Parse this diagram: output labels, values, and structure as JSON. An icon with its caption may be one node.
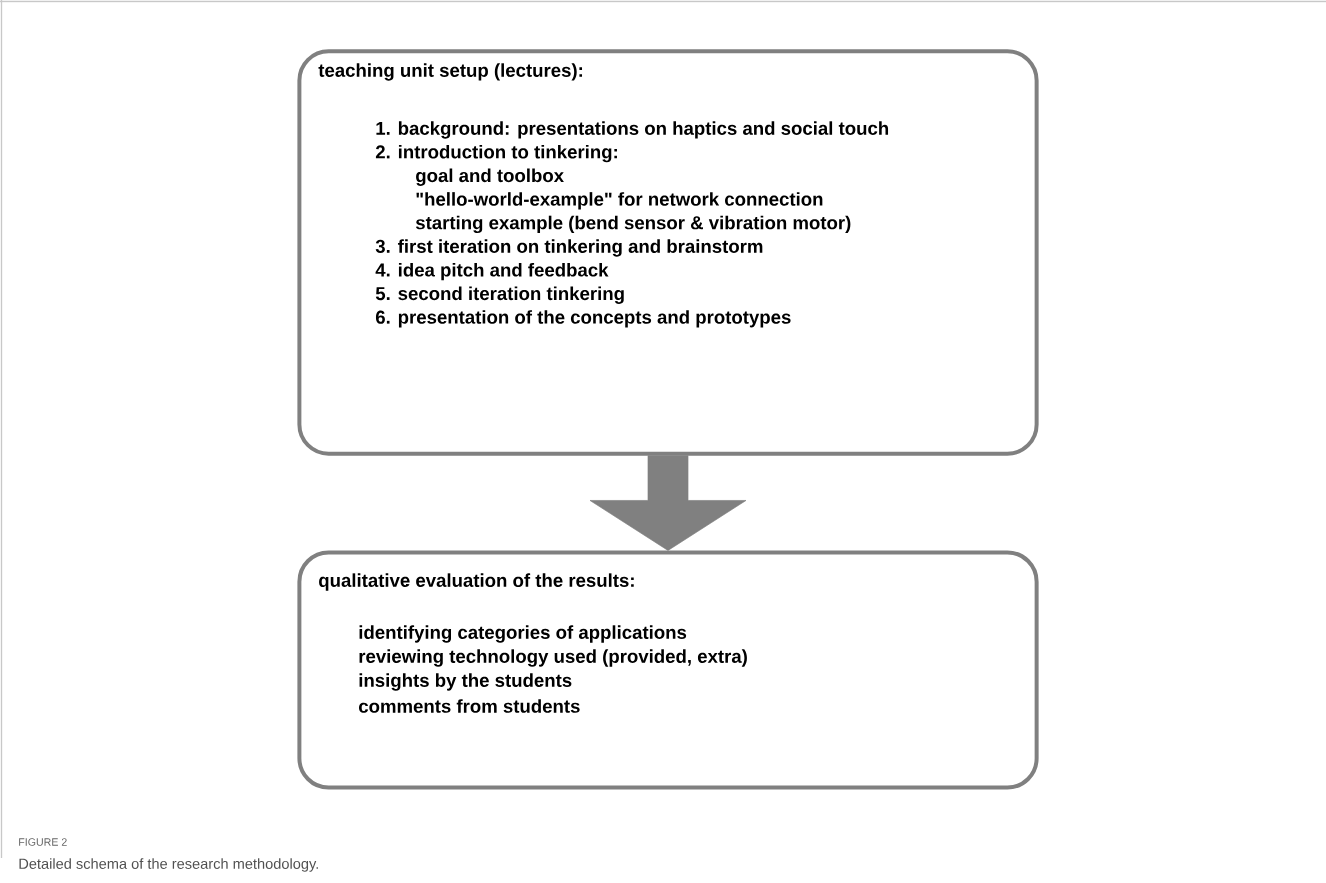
{
  "diagram": {
    "caption": "Detailed schema of the research methodology.",
    "nodes": [
      {
        "text": [
          "teaching unit setup (lectures):",
          "1. background: presentations on haptics and social touch",
          "2. introduction to tinkering:",
          "goal and toolbox",
          "\"hello-world-example\" for network connection",
          "starting example (bend sensor & vibration motor)",
          "3. first iteration on tinkering and brainstorm",
          "4. idea pitch and feedback",
          "5. second iteration tinkering",
          "6. presentation of the concepts and prototypes"
        ]
      },
      {
        "text": [
          "qualitative evaluation of the results:",
          "identifying categories of applications",
          "reviewing technology used (provided, extra)",
          "insights by the students",
          "comments from students"
        ]
      }
    ],
    "edges": [
      {
        "from": 0,
        "to": 1,
        "arrow": "to",
        "style": "thick"
      }
    ],
    "labels": [
      "FIGURE 2"
    ]
  }
}
